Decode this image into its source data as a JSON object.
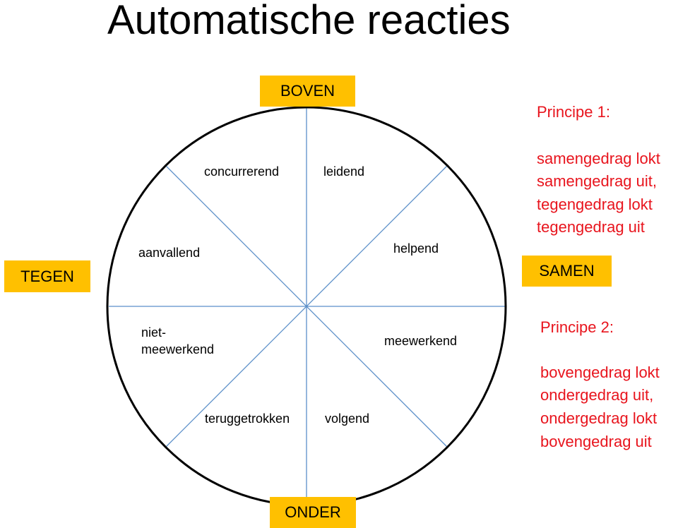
{
  "title": "Automatische reacties",
  "axes": {
    "top": "BOVEN",
    "bottom": "ONDER",
    "left": "TEGEN",
    "right": "SAMEN"
  },
  "segments": {
    "concurrerend": "concurrerend",
    "leidend": "leidend",
    "aanvallend": "aanvallend",
    "helpend": "helpend",
    "niet_meewerkend_1": "niet-",
    "niet_meewerkend_2": "meewerkend",
    "meewerkend": "meewerkend",
    "teruggetrokken": "teruggetrokken",
    "volgend": "volgend"
  },
  "principe1": {
    "heading": "Principe 1:",
    "lines": [
      "samengedrag lokt",
      "samengedrag uit,",
      "tegengedrag lokt",
      "tegengedrag uit"
    ]
  },
  "principe2": {
    "heading": "Principe 2:",
    "lines": [
      "bovengedrag lokt",
      "ondergedrag uit,",
      "ondergedrag lokt",
      "bovengedrag uit"
    ]
  },
  "colors": {
    "axis_box": "#ffc000",
    "principle_text": "#e8141d",
    "spoke": "#5b8fc9"
  }
}
